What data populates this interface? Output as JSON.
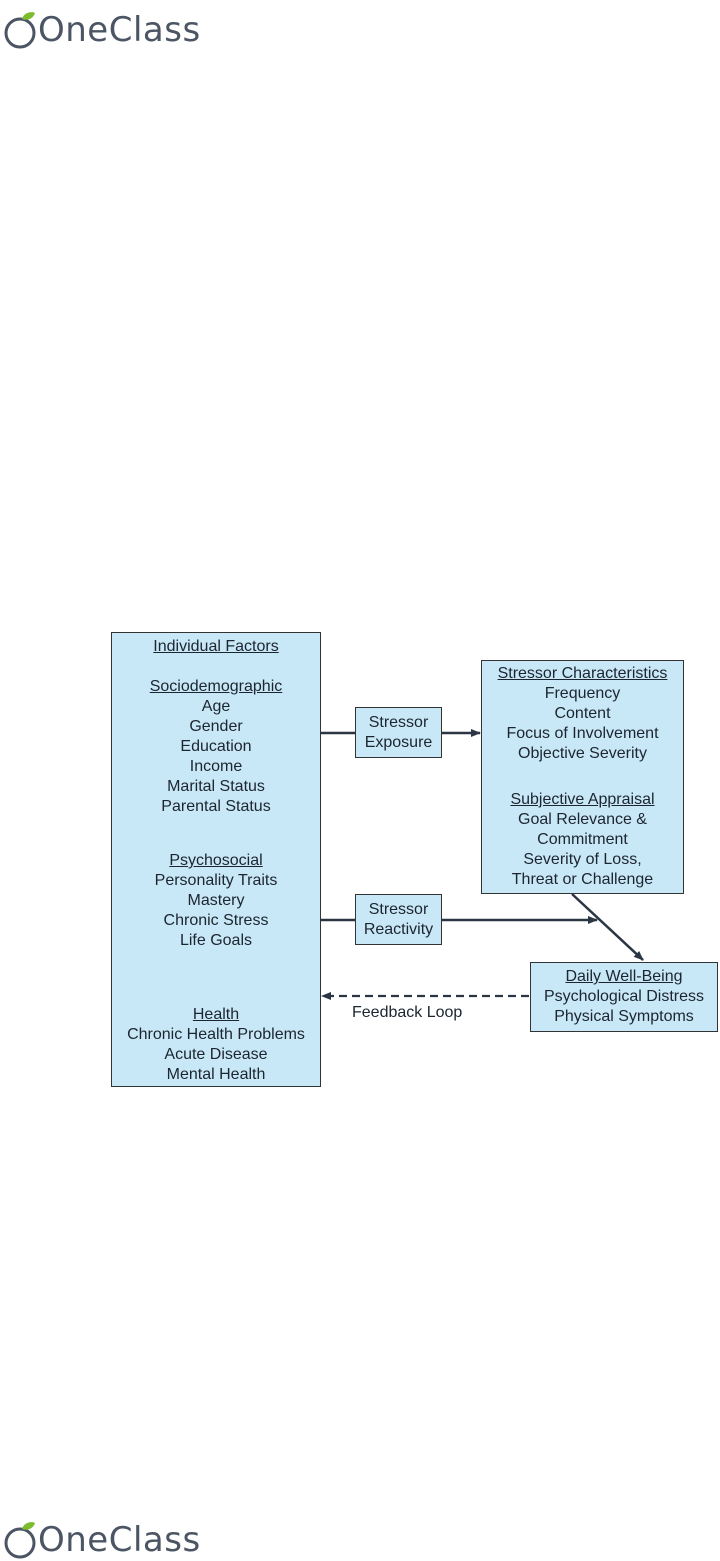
{
  "brand": {
    "logo_text": "OneClass",
    "icon": "apple-leaf-icon"
  },
  "diagram": {
    "individual_factors": {
      "title": "Individual Factors",
      "sociodemographic": {
        "heading": "Sociodemographic",
        "items": [
          "Age",
          "Gender",
          "Education",
          "Income",
          "Marital Status",
          "Parental Status"
        ]
      },
      "psychosocial": {
        "heading": "Psychosocial",
        "items": [
          "Personality Traits",
          "Mastery",
          "Chronic Stress",
          "Life Goals"
        ]
      },
      "health": {
        "heading": "Health",
        "items": [
          "Chronic Health Problems",
          "Acute Disease",
          "Mental Health"
        ]
      }
    },
    "stressor_exposure": {
      "line1": "Stressor",
      "line2": "Exposure"
    },
    "stressor_reactivity": {
      "line1": "Stressor",
      "line2": "Reactivity"
    },
    "stressor_characteristics": {
      "heading": "Stressor Characteristics",
      "items": [
        "Frequency",
        "Content",
        "Focus of Involvement",
        "Objective Severity"
      ],
      "appraisal_heading": "Subjective Appraisal",
      "appraisal_items": [
        "Goal Relevance &",
        "Commitment",
        "Severity of Loss,",
        "Threat or Challenge"
      ]
    },
    "daily_well_being": {
      "heading": "Daily Well-Being",
      "items": [
        "Psychological Distress",
        "Physical Symptoms"
      ]
    },
    "feedback_loop_label": "Feedback Loop",
    "colors": {
      "box_fill": "#c9e8f7",
      "line": "#2a3644"
    }
  }
}
